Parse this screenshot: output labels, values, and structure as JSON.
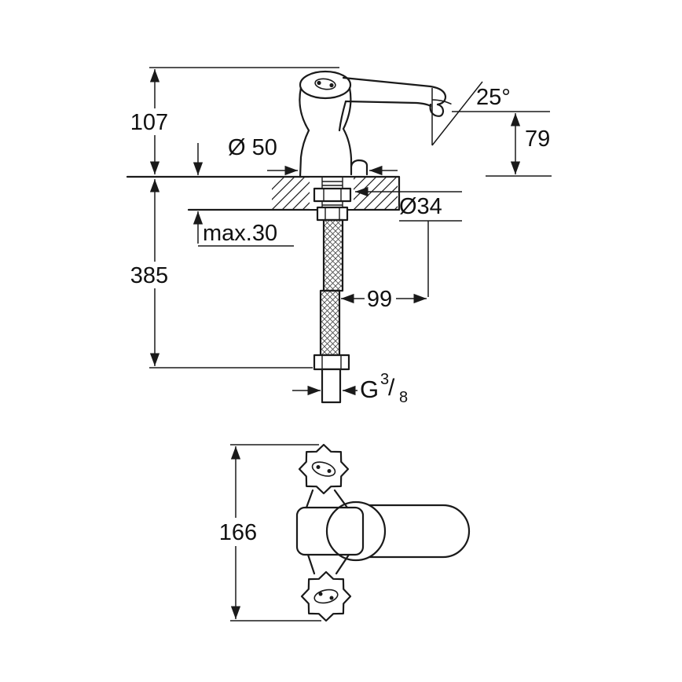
{
  "colors": {
    "line": "#1a1a1a",
    "background": "#ffffff"
  },
  "labels": {
    "height_above_deck": "107",
    "base_diameter": "Ø 50",
    "spout_angle": "25°",
    "spout_height": "79",
    "mounting_hole_diameter": "Ø34",
    "max_deck_thickness": "max.30",
    "total_height": "385",
    "hose_projection": "99",
    "thread_g": "G",
    "thread_numerator": "3",
    "thread_slash": "/",
    "thread_denominator": "8",
    "overall_width": "166"
  }
}
